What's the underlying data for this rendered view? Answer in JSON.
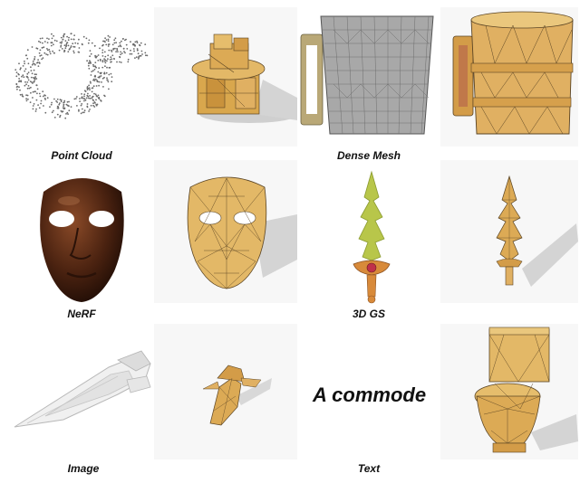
{
  "captions": {
    "point_cloud": "Point Cloud",
    "dense_mesh": "Dense Mesh",
    "nerf": "NeRF",
    "gaussian_splat": "3D GS",
    "image": "Image",
    "text": "Text"
  },
  "text_prompt": "A commode"
}
